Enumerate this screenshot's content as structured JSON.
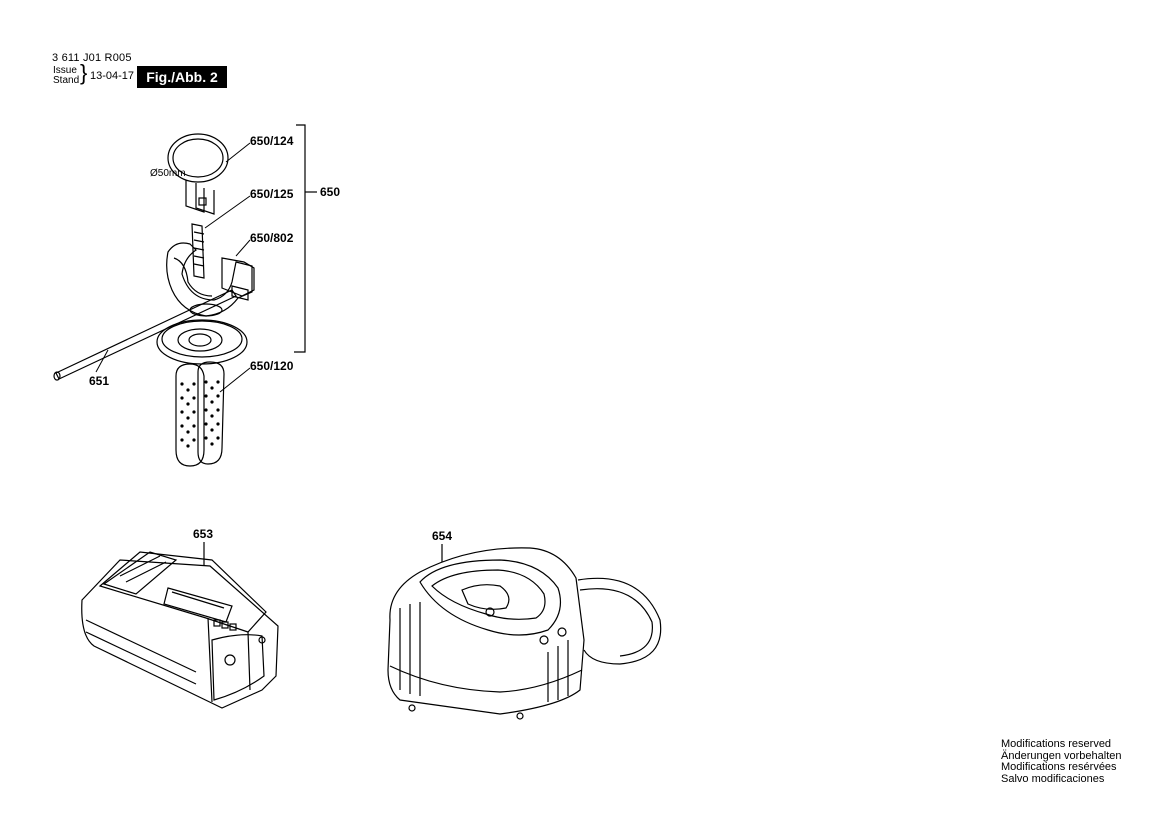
{
  "header": {
    "doc_code": "3 611 J01 R005",
    "issue_label": "Issue",
    "stand_label": "Stand",
    "date": "13-04-17",
    "figure_label": "Fig./Abb. 2"
  },
  "callouts": {
    "p650_124": "650/124",
    "p650_125": "650/125",
    "p650": "650",
    "p650_802": "650/802",
    "p650_120": "650/120",
    "p651": "651",
    "p653": "653",
    "p654": "654",
    "diameter": "Ø50mm"
  },
  "notice": [
    "Modifications reserved",
    "Änderungen vorbehalten",
    "Modifications resérvées",
    "Salvo modificaciones"
  ]
}
